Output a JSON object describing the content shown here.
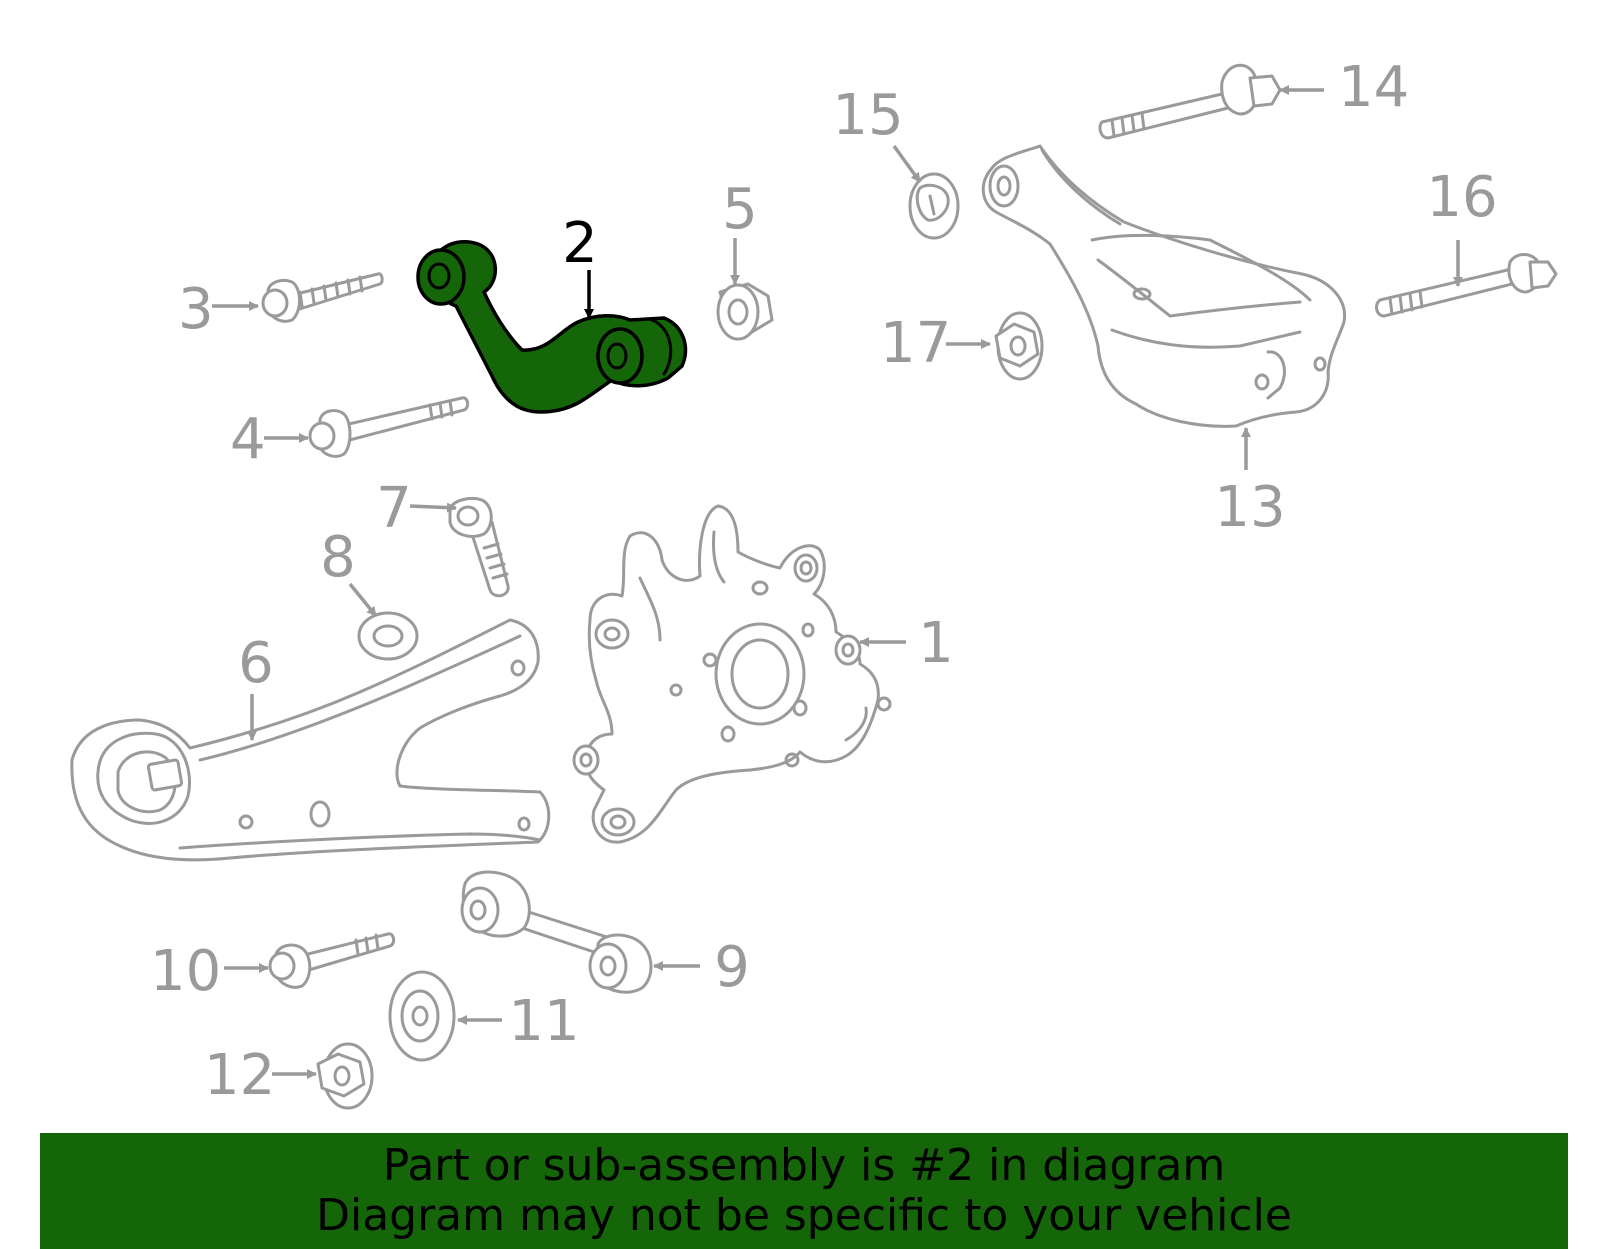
{
  "highlighted_part": "2",
  "callouts": {
    "c1": "1",
    "c2": "2",
    "c3": "3",
    "c4": "4",
    "c5": "5",
    "c6": "6",
    "c7": "7",
    "c8": "8",
    "c9": "9",
    "c10": "10",
    "c11": "11",
    "c12": "12",
    "c13": "13",
    "c14": "14",
    "c15": "15",
    "c16": "16",
    "c17": "17"
  },
  "banner": {
    "line1": "Part or sub-assembly is #2 in diagram",
    "line2": "Diagram may not be specific to your vehicle"
  },
  "colors": {
    "highlight": "#156509",
    "line_art": "#9a9a9a",
    "banner_bg": "#156509"
  }
}
